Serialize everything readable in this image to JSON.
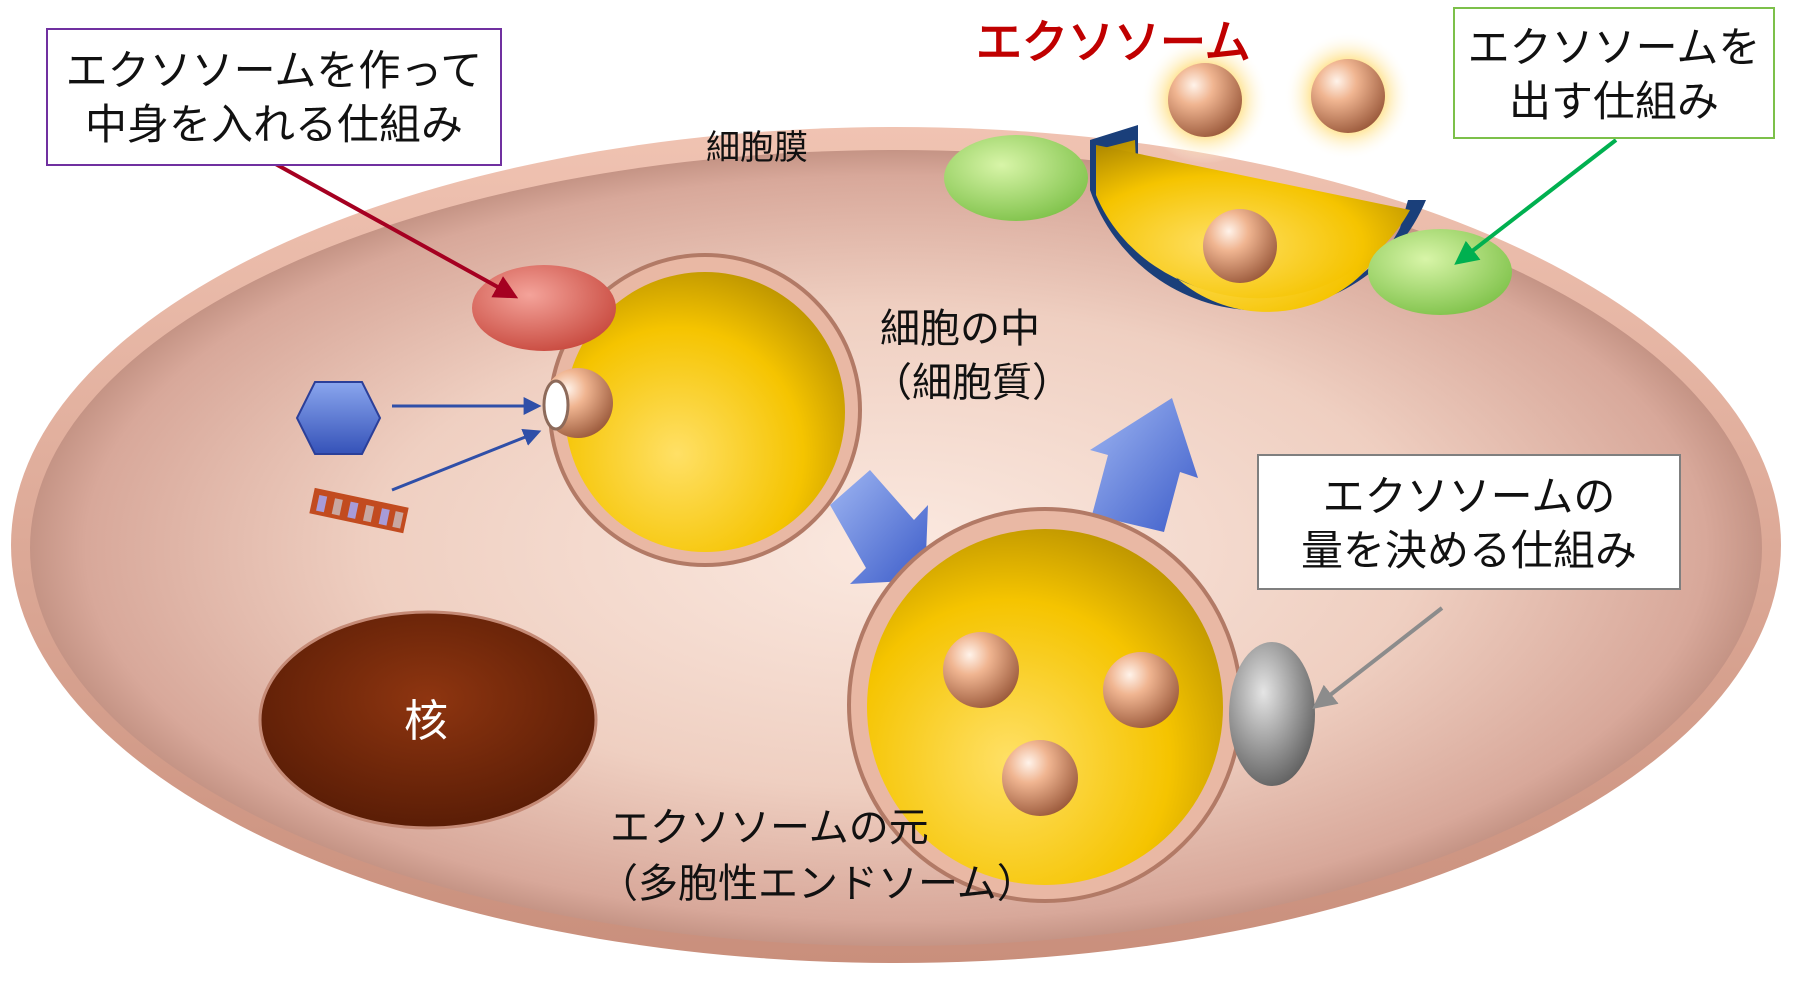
{
  "title": "エクソソーム",
  "callouts": {
    "make_fill": [
      "エクソソームを作って",
      "中身を入れる仕組み"
    ],
    "release": [
      "エクソソームを",
      "出す仕組み"
    ],
    "amount": [
      "エクソソームの",
      "量を決める仕組み"
    ]
  },
  "labels": {
    "membrane": "細胞膜",
    "cytoplasm": [
      "細胞の中",
      "（細胞質）"
    ],
    "nucleus": "核",
    "mvb": [
      "エクソソームの元",
      "（多胞性エンドソーム）"
    ]
  },
  "colors": {
    "title": "#c00000",
    "make_fill_border": "#7030a0",
    "release_border": "#7cc04a",
    "amount_border": "#7f7f7f",
    "arrow_make": "#a50021",
    "arrow_release": "#00b050",
    "arrow_amount": "#8c8c8c",
    "flow_arrow": "#4a6fd6",
    "vesicle_gold": "#f2c200",
    "nucleus": "#7a2a0c",
    "cell": "#f2cfc0"
  },
  "icons": [
    "hexagon-molecule-icon",
    "rna-strand-icon"
  ]
}
